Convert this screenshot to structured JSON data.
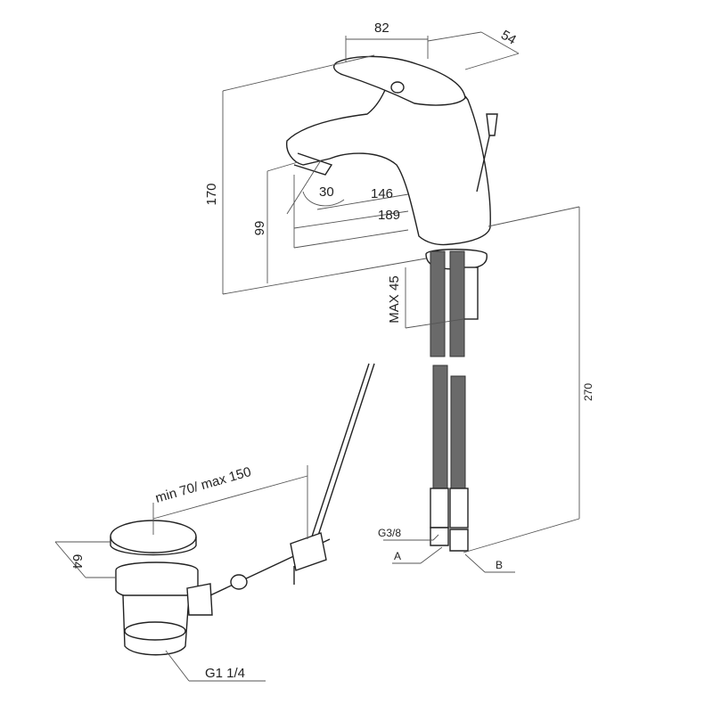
{
  "dimensions": {
    "width_82": "82",
    "depth_54": "54",
    "height_170": "170",
    "height_99": "99",
    "angle_30": "30",
    "reach_146": "146",
    "reach_189": "189",
    "max_45": "MAX 45",
    "hose_270": "270",
    "thread_g38": "G3/8",
    "label_a": "A",
    "label_b": "B",
    "range": "min 70/ max 150",
    "waste_64": "64",
    "thread_g114": "G1 1/4"
  },
  "colors": {
    "line": "#222222",
    "hose": "#6a6a6a",
    "background": "#ffffff"
  }
}
